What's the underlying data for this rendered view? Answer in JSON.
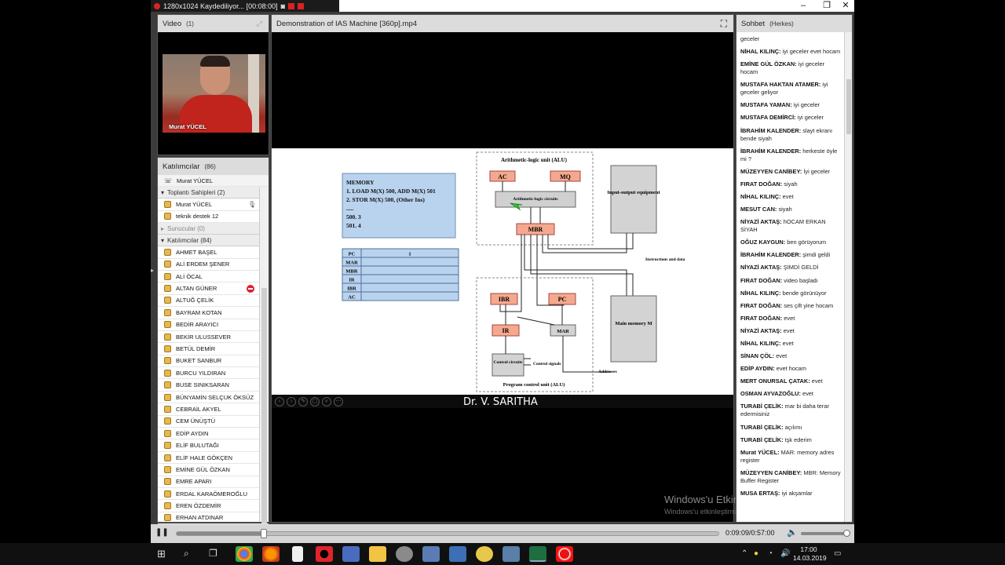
{
  "recorder": {
    "label": "1280x1024  Kaydediliyor...  [00:08:00]"
  },
  "video_panel": {
    "title": "Video",
    "count": "(1)",
    "camera_name": "Murat YÜCEL"
  },
  "participants_panel": {
    "title": "Katılımcılar",
    "count": "(86)",
    "presenter": "Murat YÜCEL",
    "hosts_group": "Toplantı Sahipleri (2)",
    "hosts": [
      "Murat YÜCEL",
      "teknik destek 12"
    ],
    "presenters_group": "Sunucular (0)",
    "attendees_group": "Katılımcılar (84)",
    "attendees": [
      "AHMET BAŞEL",
      "ALİ ERDEM ŞENER",
      "ALİ ÖCAL",
      "ALTAN GÜNER",
      "ALTUĞ ÇELİK",
      "BAYRAM KOTAN",
      "BEDİR ARAYICI",
      "BEKİR ULUSSEVER",
      "BETÜL DEMİR",
      "BUKET SANBUR",
      "BURCU YILDIRAN",
      "BUSE SINIKSARAN",
      "BÜNYAMİN SELÇUK ÖKSÜZ",
      "CEBRAİL AKYEL",
      "CEM ÜNÜŞTÜ",
      "EDİP AYDIN",
      "ELİF BULUTAĞI",
      "ELİF HALE GÖKÇEN",
      "EMİNE GÜL ÖZKAN",
      "EMRE APARI",
      "ERDAL KARAÖMEROĞLU",
      "EREN ÖZDEMİR",
      "ERHAN ATDINAR"
    ]
  },
  "main_panel": {
    "title": "Demonstration of IAS Machine [360p].mp4",
    "author": "Dr. V. SARITHA",
    "watermark": "Windows'u Etkinleştir",
    "watermark_sub": "Windows'u etkinleştirmek için Ayarlar'a gidin."
  },
  "slide": {
    "memory_box": [
      "MEMORY",
      "1.  LOAD M(X)  500,  ADD M(X) 501",
      "2.  STOR M(X) 500, (Other Ins)",
      ".....",
      "500.  3",
      "501.  4"
    ],
    "registers": [
      "PC",
      "MAR",
      "MBR",
      "IR",
      "IBR",
      "AC"
    ],
    "pc_value": "1",
    "alu_title": "Arithmetic-logic unit (ALU)",
    "ac": "AC",
    "mq": "MQ",
    "alc": "Arithmetic-logic circuits",
    "mbr": "MBR",
    "io": "Input-output equipment",
    "instr_data": "Instructions and data",
    "ibr": "IBR",
    "pc1": "PC",
    "ir": "IR",
    "mar": "MAR",
    "control": "Control circuits",
    "control_signals": "Control signals",
    "main_memory": "Main memory M",
    "addresses": "Addresses",
    "pcu_title": "Program control unit (ALU)"
  },
  "chat_panel": {
    "title": "Sohbet",
    "scope": "(Herkes)",
    "messages": [
      {
        "name": "",
        "text": "geceler"
      },
      {
        "name": "NİHAL KILINÇ:",
        "text": "iyi geceler evet hocam"
      },
      {
        "name": "EMİNE GÜL ÖZKAN:",
        "text": "iyi geceler hocam"
      },
      {
        "name": "MUSTAFA HAKTAN ATAMER:",
        "text": "iyi geceler geliyor"
      },
      {
        "name": "MUSTAFA YAMAN:",
        "text": "iyi geceler"
      },
      {
        "name": "MUSTAFA DEMİRCİ:",
        "text": "iyi geceler"
      },
      {
        "name": "İBRAHİM KALENDER:",
        "text": "slayt ekranı bende siyah"
      },
      {
        "name": "İBRAHİM KALENDER:",
        "text": "herkeste öyle mi ?"
      },
      {
        "name": "MÜZEYYEN CANİBEY:",
        "text": "İyi geceler"
      },
      {
        "name": "FIRAT DOĞAN:",
        "text": "siyah"
      },
      {
        "name": "NİHAL KILINÇ:",
        "text": "evet"
      },
      {
        "name": "MESUT CAN:",
        "text": "siyah"
      },
      {
        "name": "NİYAZİ AKTAŞ:",
        "text": "hOCAM ERKAN SİYAH"
      },
      {
        "name": "OĞUZ KAYGUN:",
        "text": "ben görüyorum"
      },
      {
        "name": "İBRAHİM KALENDER:",
        "text": "şimdi geldi"
      },
      {
        "name": "NİYAZİ AKTAŞ:",
        "text": "ŞİMDİ GELDİ"
      },
      {
        "name": "FIRAT DOĞAN:",
        "text": "video başladı"
      },
      {
        "name": "NİHAL KILINÇ:",
        "text": "bende görünüyor"
      },
      {
        "name": "FIRAT DOĞAN:",
        "text": "ses çift yine hocam"
      },
      {
        "name": "FIRAT DOĞAN:",
        "text": "evet"
      },
      {
        "name": "NİYAZİ AKTAŞ:",
        "text": "evet"
      },
      {
        "name": "NİHAL KILINÇ:",
        "text": "evet"
      },
      {
        "name": "SİNAN ÇÖL:",
        "text": "evet"
      },
      {
        "name": "EDİP AYDIN:",
        "text": "evet hocam"
      },
      {
        "name": "MERT ONURSAL ÇATAK:",
        "text": "evet"
      },
      {
        "name": "OSMAN AYVAZOĞLU:",
        "text": "evet"
      },
      {
        "name": "TURABİ ÇELİK:",
        "text": "mar bi daha terar edermisiniz"
      },
      {
        "name": "TURABİ ÇELİK:",
        "text": "açılımı"
      },
      {
        "name": "TURABİ ÇELİK:",
        "text": "tşk ederim"
      },
      {
        "name": "Murat YÜCEL:",
        "text": "MAR: memory adres register"
      },
      {
        "name": "MÜZEYYEN CANİBEY:",
        "text": "MBR: Memory Buffer Register"
      },
      {
        "name": "MUSA ERTAŞ:",
        "text": "iyi akşamlar"
      }
    ]
  },
  "player": {
    "time": "0:09:09/0:57:00",
    "progress": 0.16,
    "volume": 1.0
  },
  "taskbar": {
    "time": "17:00",
    "date": "14.03.2019"
  }
}
